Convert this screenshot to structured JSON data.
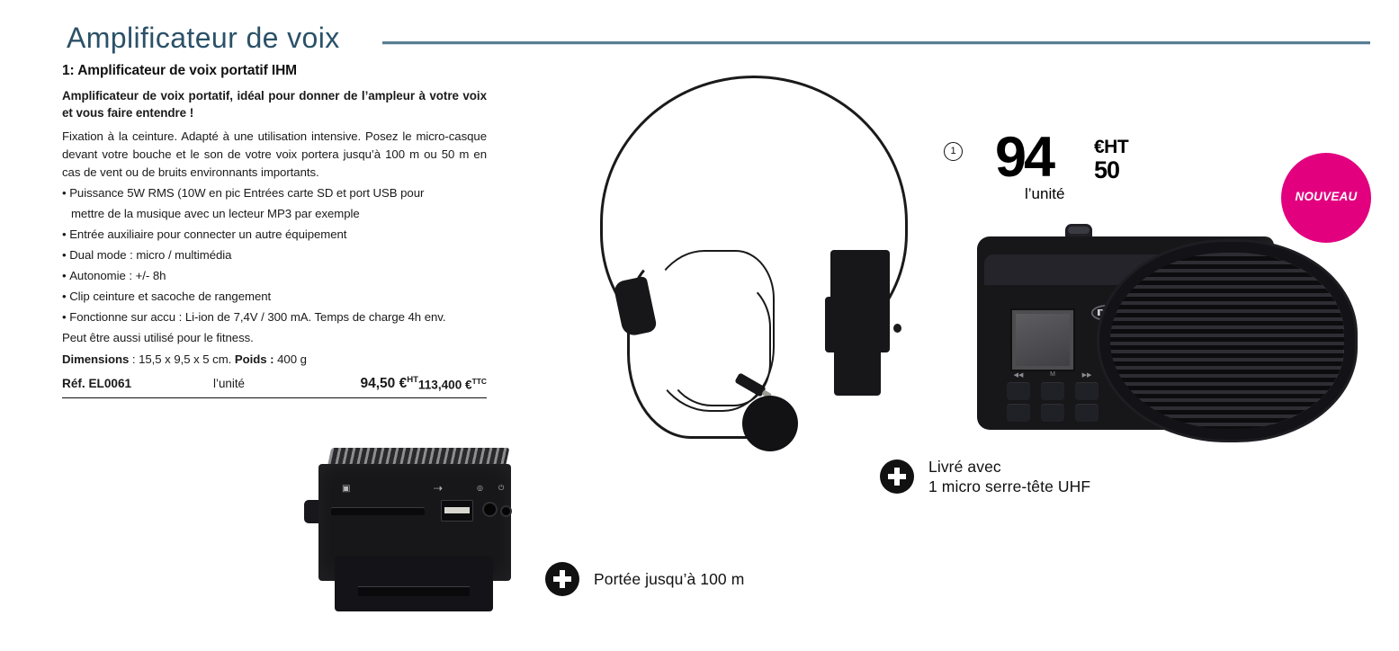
{
  "header": {
    "title": "Amplificateur de voix",
    "rule_color": "#5b7d92",
    "title_color": "#2b5168"
  },
  "product": {
    "heading": "1: Amplificateur de voix portatif IHM",
    "lead": "Amplificateur de voix portatif, idéal pour donner de l’ampleur à votre voix et vous faire entendre !",
    "description": "Fixation à la ceinture. Adapté à une utilisation intensive. Posez le micro-casque devant votre bouche et le son de votre voix portera jusqu’à 100 m ou 50 m en cas de vent ou de bruits environnants importants.",
    "bullets": [
      "Puissance 5W RMS (10W en pic Entrées carte SD et port USB pour",
      "mettre de la musique avec un lecteur MP3 par exemple",
      "Entrée auxiliaire pour connecter un autre équipement",
      "Dual mode : micro / multimédia",
      "Autonomie : +/- 8h",
      "Clip ceinture et sacoche de rangement",
      "Fonctionne sur accu : Li-ion de 7,4V / 300 mA. Temps de charge 4h env."
    ],
    "tail": "Peut être aussi utilisé pour le fitness.",
    "dimensions_label": "Dimensions",
    "dimensions_value": " : 15,5 x 9,5 x 5 cm. ",
    "weight_label": "Poids :",
    "weight_value": " 400 g"
  },
  "reference": {
    "code": "Réf. EL0061",
    "unit": "l’unité",
    "price_ht": "94,50 €",
    "price_ht_sup": "HT",
    "price_ttc": "113,400 €",
    "price_ttc_sup": "TTC"
  },
  "price_callout": {
    "index": "1",
    "amount": "94",
    "currency": "€HT",
    "cents": "50",
    "unit": "l’unité"
  },
  "badge": {
    "label": "NOUVEAU",
    "color": "#e2007f"
  },
  "callouts": [
    {
      "line1": "Livré avec",
      "line2": "1 micro serre-tête UHF"
    },
    {
      "line1": "Portée jusqu’à 100 m",
      "line2": ""
    }
  ],
  "images": {
    "amplifier_alt": "Amplificateur de voix portatif noir avec haut-parleur",
    "headset_alt": "Micro serre-tête UHF noir avec brassard",
    "panel_alt": "Panneau de connexion : lecteur carte SD, port USB, prises jack"
  },
  "panel_icons": [
    "sd-card-icon",
    "usb-icon",
    "aux-icon",
    "power-icon"
  ]
}
